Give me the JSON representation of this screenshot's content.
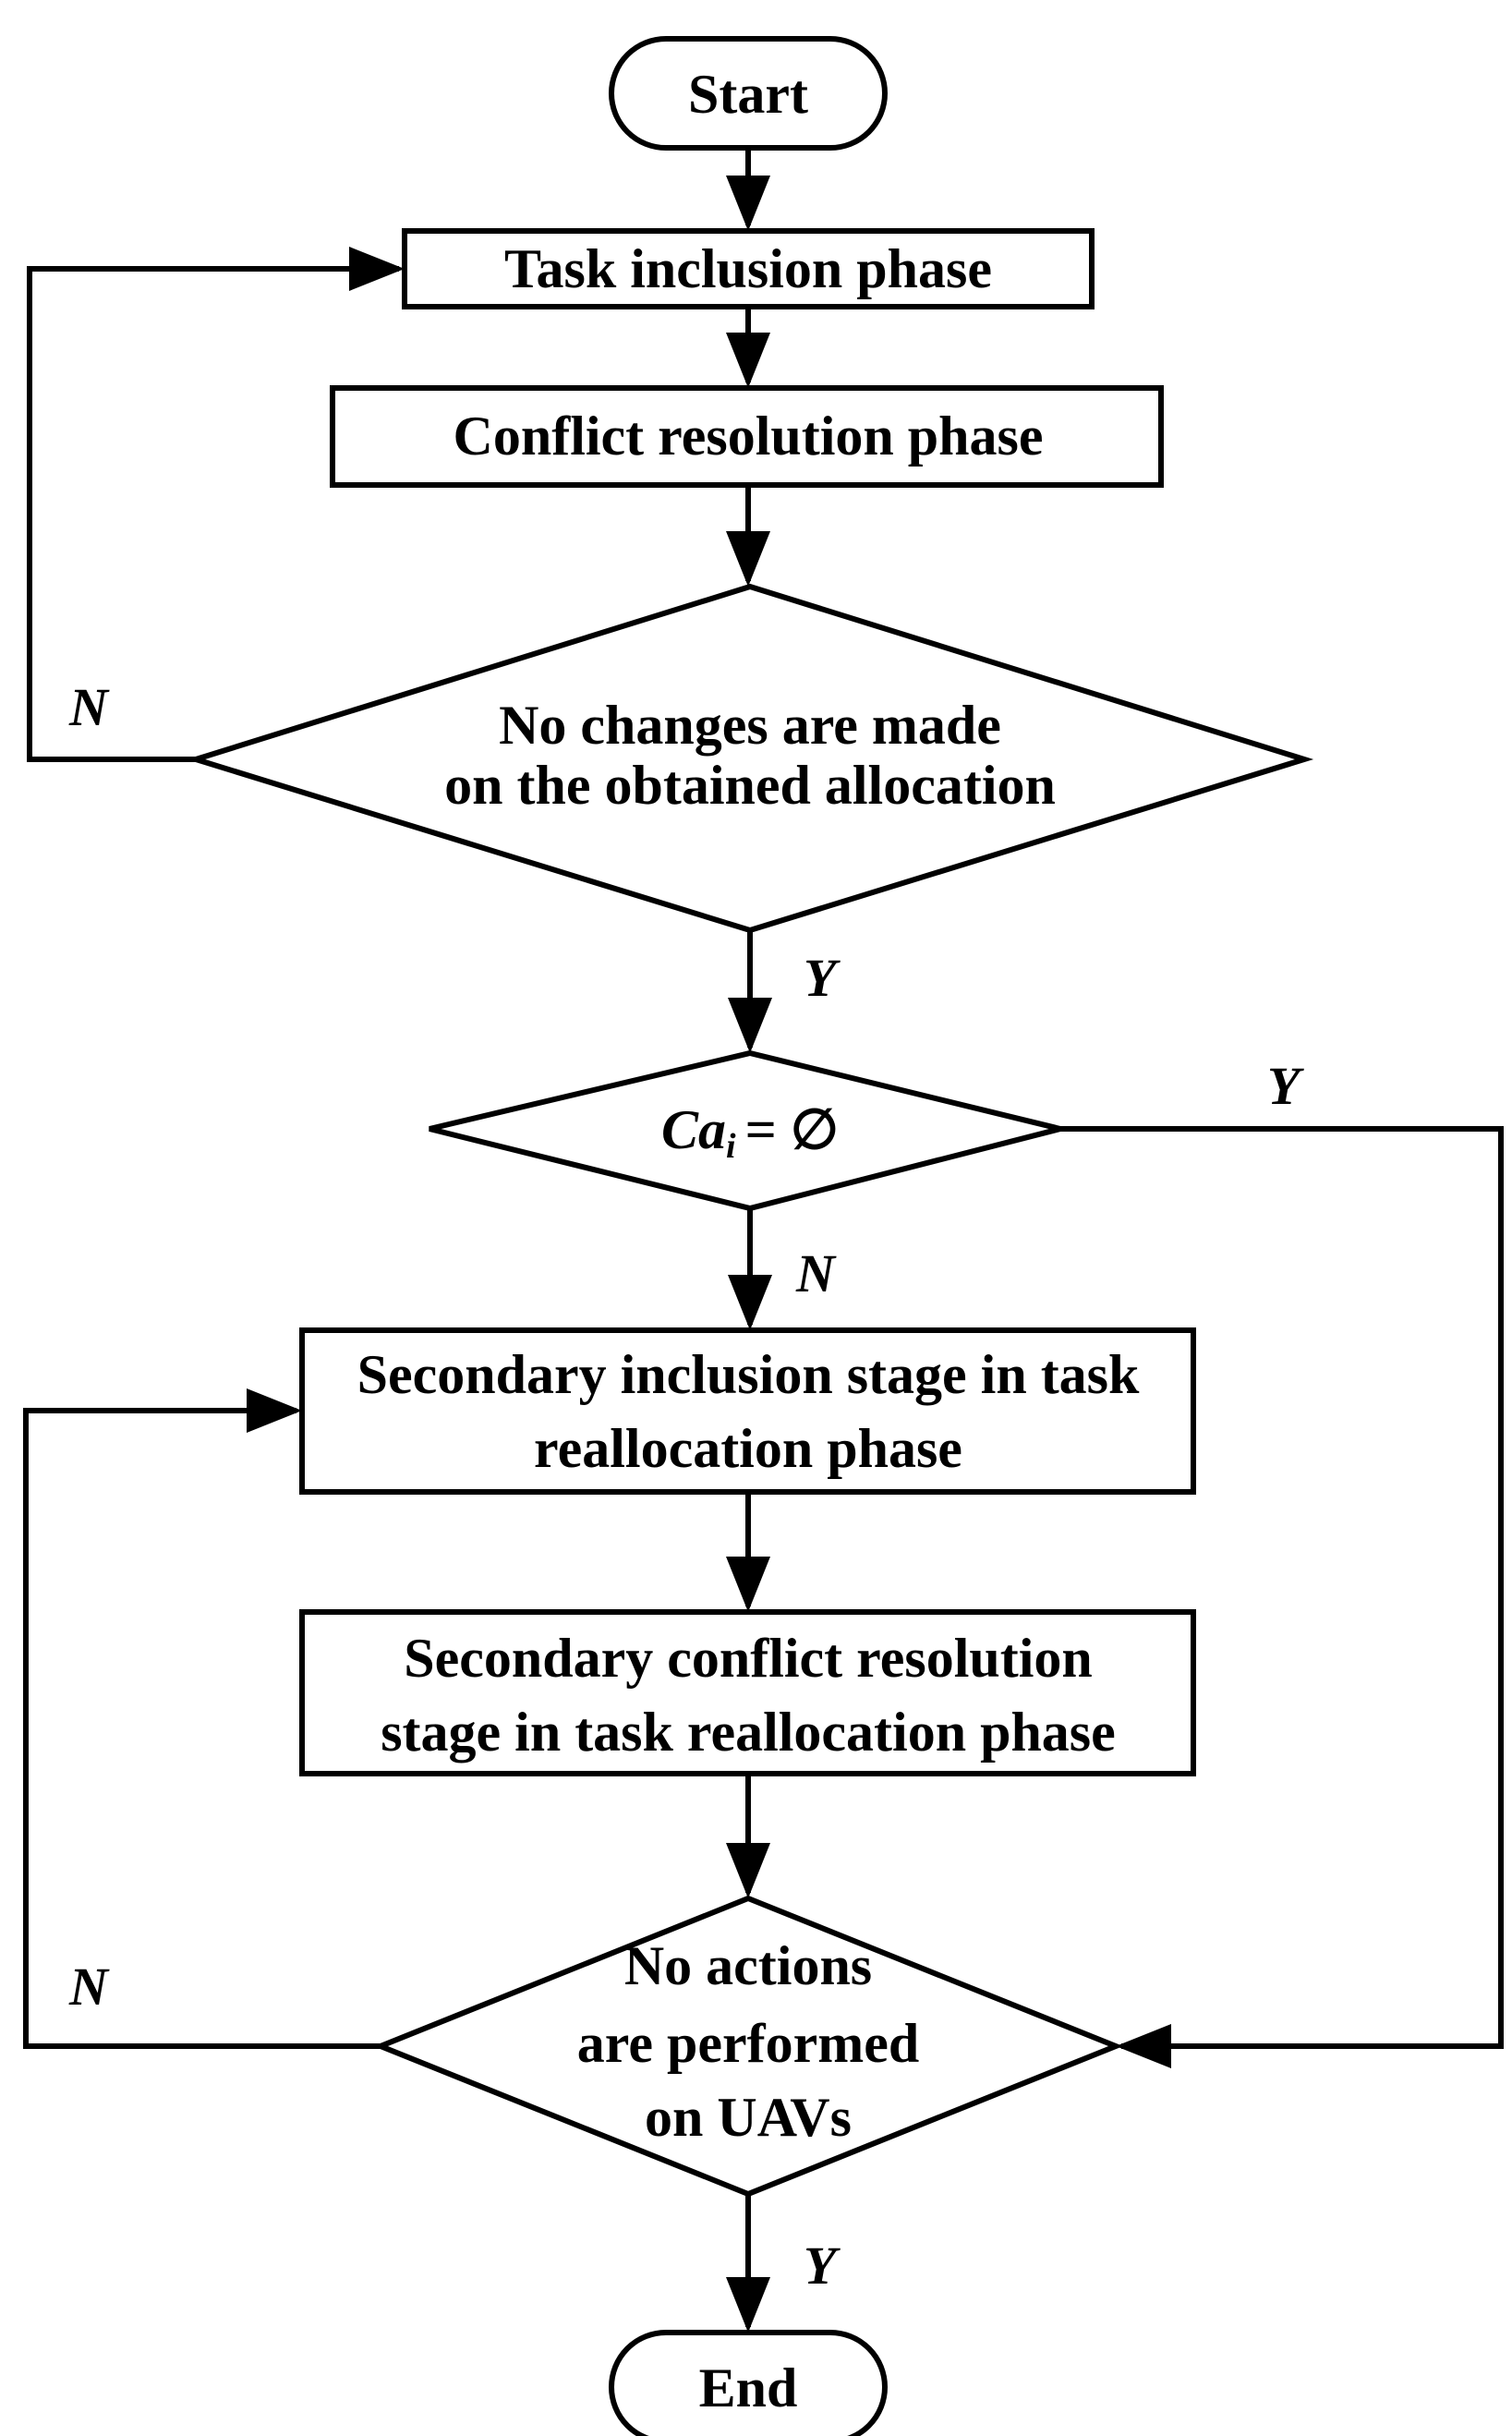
{
  "nodes": {
    "start": {
      "label": "Start"
    },
    "task_inclusion": {
      "label": "Task inclusion phase"
    },
    "conflict_resolution": {
      "label": "Conflict resolution phase"
    },
    "no_changes": {
      "lines": [
        "No changes are made",
        "on the obtained allocation"
      ]
    },
    "ca_empty": {
      "symbol": "Ca",
      "subscript": "i",
      "operator": "= ∅"
    },
    "secondary_inclusion": {
      "lines": [
        "Secondary inclusion stage in task",
        "reallocation phase"
      ]
    },
    "secondary_conflict": {
      "lines": [
        "Secondary conflict resolution",
        "stage in task reallocation phase"
      ]
    },
    "no_actions": {
      "lines": [
        "No actions",
        "are performed",
        "on UAVs"
      ]
    },
    "end": {
      "label": "End"
    }
  },
  "branch_labels": {
    "no_changes_no": "N",
    "no_changes_yes": "Y",
    "ca_empty_yes": "Y",
    "ca_empty_no": "N",
    "no_actions_no": "N",
    "no_actions_yes": "Y"
  }
}
